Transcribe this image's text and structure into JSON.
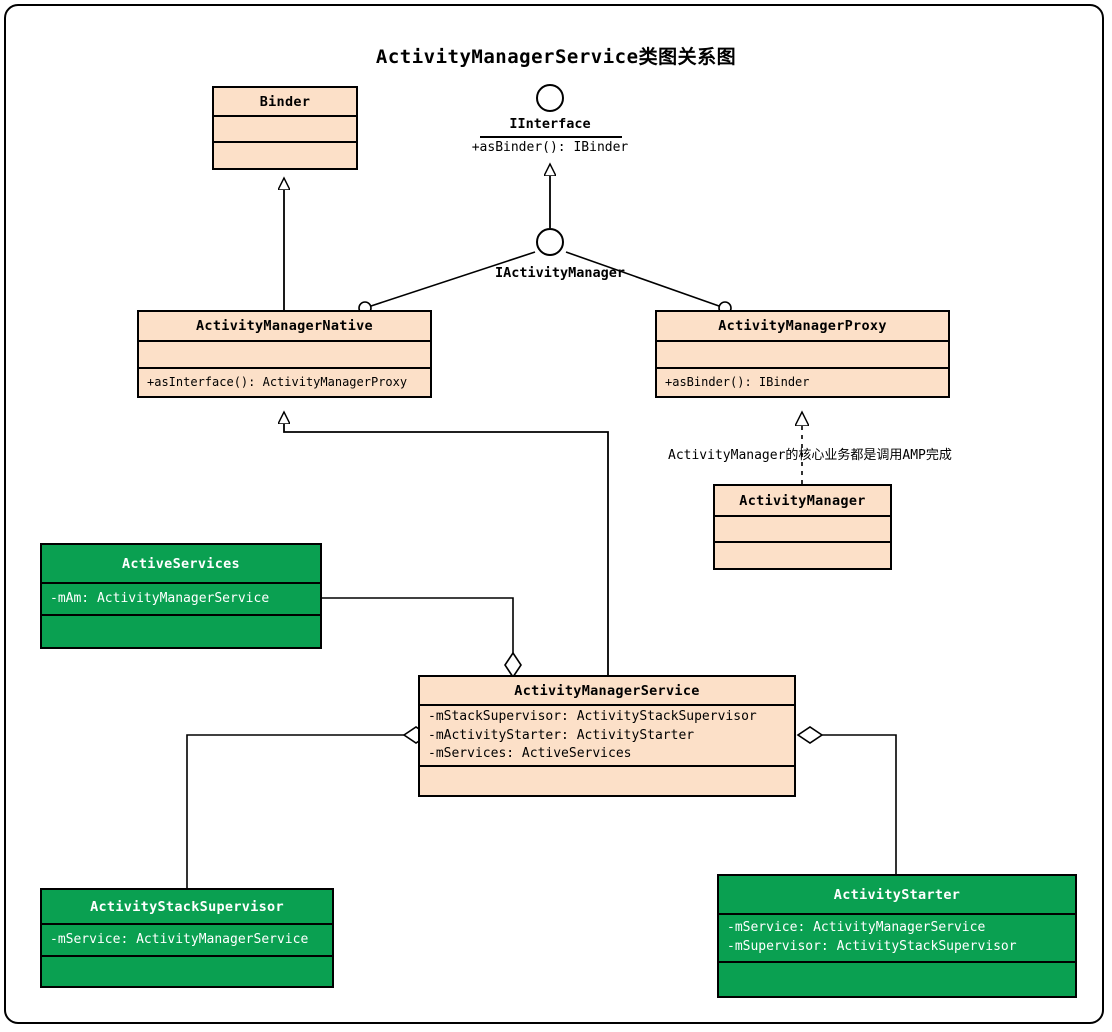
{
  "diagram": {
    "title": "ActivityManagerService类图关系图",
    "colors": {
      "class_fill_peach": "#fce0c8",
      "class_fill_green": "#0aa051",
      "stroke": "#000000",
      "green_text": "#ffffff",
      "background": "#ffffff"
    }
  },
  "interfaces": [
    {
      "name": "IInterface",
      "methods": [
        "+asBinder(): IBinder"
      ]
    },
    {
      "name": "IActivityManager",
      "methods": []
    }
  ],
  "classes": [
    {
      "id": "binder",
      "name": "Binder",
      "style": "peach",
      "attributes": [],
      "methods": []
    },
    {
      "id": "activity-manager-native",
      "name": "ActivityManagerNative",
      "style": "peach",
      "attributes": [],
      "methods": [
        "+asInterface(): ActivityManagerProxy"
      ]
    },
    {
      "id": "activity-manager-proxy",
      "name": "ActivityManagerProxy",
      "style": "peach",
      "attributes": [],
      "methods": [
        "+asBinder(): IBinder"
      ]
    },
    {
      "id": "activity-manager",
      "name": "ActivityManager",
      "style": "peach",
      "attributes": [],
      "methods": []
    },
    {
      "id": "active-services",
      "name": "ActiveServices",
      "style": "green",
      "attributes": [
        "-mAm: ActivityManagerService"
      ],
      "methods": []
    },
    {
      "id": "activity-manager-service",
      "name": "ActivityManagerService",
      "style": "peach",
      "attributes": [
        "-mStackSupervisor: ActivityStackSupervisor",
        "-mActivityStarter: ActivityStarter",
        "-mServices: ActiveServices"
      ],
      "methods": []
    },
    {
      "id": "activity-stack-supervisor",
      "name": "ActivityStackSupervisor",
      "style": "green",
      "attributes": [
        "-mService: ActivityManagerService"
      ],
      "methods": []
    },
    {
      "id": "activity-starter",
      "name": "ActivityStarter",
      "style": "green",
      "attributes": [
        "-mService: ActivityManagerService",
        "-mSupervisor: ActivityStackSupervisor"
      ],
      "methods": []
    }
  ],
  "relations": [
    {
      "id": "rel-amn-binder",
      "from": "ActivityManagerNative",
      "to": "Binder",
      "type": "generalization"
    },
    {
      "id": "rel-iam-iinterface",
      "from": "IActivityManager",
      "to": "IInterface",
      "type": "generalization"
    },
    {
      "id": "rel-amn-iam",
      "from": "ActivityManagerNative",
      "to": "IActivityManager",
      "type": "realization-socket"
    },
    {
      "id": "rel-amp-iam",
      "from": "ActivityManagerProxy",
      "to": "IActivityManager",
      "type": "realization-socket"
    },
    {
      "id": "rel-am-amp",
      "from": "ActivityManager",
      "to": "ActivityManagerProxy",
      "type": "dependency",
      "label": "ActivityManager的核心业务都是调用AMP完成"
    },
    {
      "id": "rel-ams-amn",
      "from": "ActivityManagerService",
      "to": "ActivityManagerNative",
      "type": "generalization"
    },
    {
      "id": "rel-ams-activeservices",
      "from": "ActiveServices",
      "to": "ActivityManagerService",
      "type": "aggregation"
    },
    {
      "id": "rel-ams-supervisor",
      "from": "ActivityStackSupervisor",
      "to": "ActivityManagerService",
      "type": "aggregation"
    },
    {
      "id": "rel-ams-starter",
      "from": "ActivityStarter",
      "to": "ActivityManagerService",
      "type": "aggregation"
    }
  ],
  "annotations": [
    {
      "id": "amp-note",
      "text": "ActivityManager的核心业务都是调用AMP完成"
    }
  ]
}
